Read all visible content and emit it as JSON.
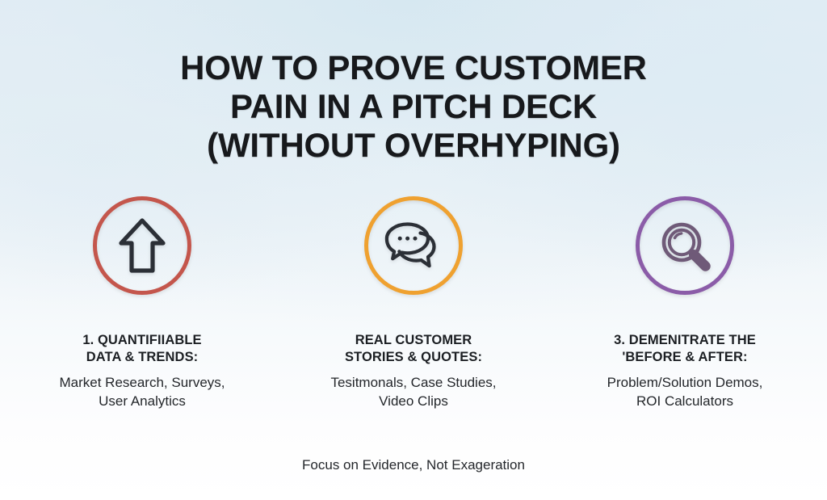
{
  "slide": {
    "background": {
      "top_color": "#dfeaf2",
      "bottom_color": "#ffffff",
      "style": "vertical pale-blue to white gradient"
    },
    "title": {
      "line1": "HOW TO PROVE CUSTOMER",
      "line2": "PAIN IN A PITCH DECK",
      "line3": "(WITHOUT OVERHYPING)",
      "color": "#17191c"
    },
    "columns": [
      {
        "icon": "up-arrow-icon",
        "ring_color": "#c4564c",
        "icon_color": "#2b2f36",
        "heading_line1": "1. QUANTIFIIABLE",
        "heading_line2": "DATA & TRENDS:",
        "detail_line1": "Market Research, Surveys,",
        "detail_line2": "User Analytics"
      },
      {
        "icon": "speech-bubbles-icon",
        "ring_color": "#efa130",
        "icon_color": "#2b2f36",
        "heading_line1": "REAL CUSTOMER",
        "heading_line2": "STORIES & QUOTES:",
        "detail_line1": "Tesitmonals, Case Studies,",
        "detail_line2": "Video Clips"
      },
      {
        "icon": "magnifying-glass-icon",
        "ring_color": "#8b5ca8",
        "icon_color": "#6f5a78",
        "heading_line1": "3. DEMENITRATE THE",
        "heading_line2": "'BEFORE & AFTER:",
        "detail_line1": "Problem/Solution Demos,",
        "detail_line2": "ROI Calculators"
      }
    ],
    "footer": {
      "text": "Focus on Evidence, Not Exageration"
    }
  }
}
